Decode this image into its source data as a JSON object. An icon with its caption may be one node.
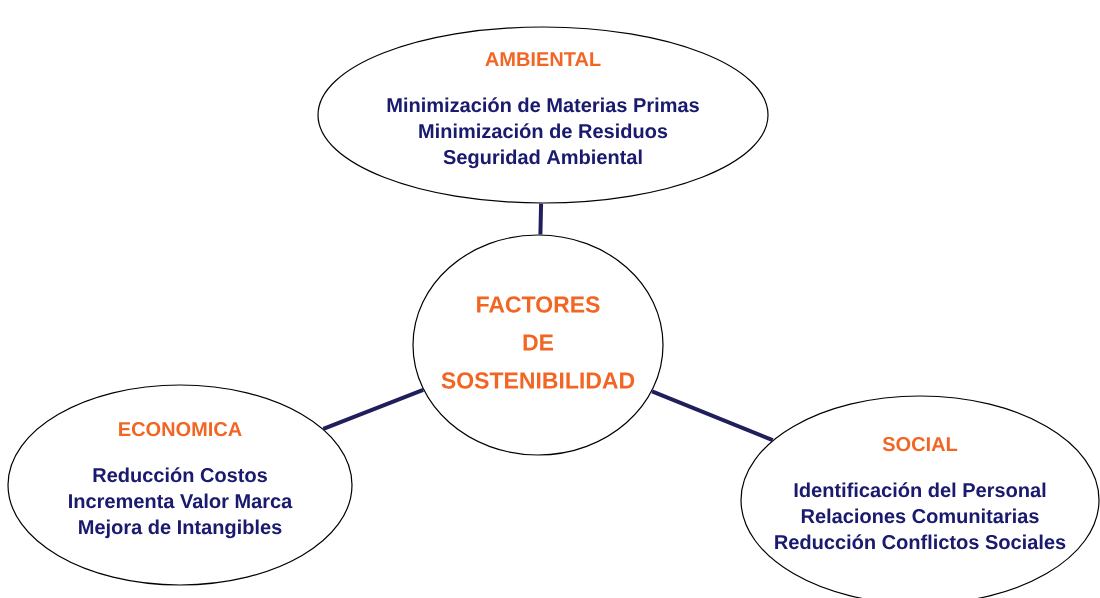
{
  "diagram": {
    "nodes": [
      {
        "text": [
          "FACTORES DE SOSTENIBILIDAD"
        ]
      },
      {
        "text": [
          "AMBIENTAL",
          "Minimización de Materias Primas",
          "Minimización de Residuos",
          "Seguridad Ambiental"
        ]
      },
      {
        "text": [
          "ECONOMICA",
          "Reducción Costos",
          "Incrementa Valor Marca",
          "Mejora de Intangibles"
        ]
      },
      {
        "text": [
          "SOCIAL",
          "Identificación del Personal",
          "Relaciones Comunitarias",
          "Reducción Conflictos Sociales"
        ]
      }
    ],
    "edges": [
      {
        "from": 0,
        "to": 1,
        "arrow": "none"
      },
      {
        "from": 0,
        "to": 2,
        "arrow": "none"
      },
      {
        "from": 0,
        "to": 3,
        "arrow": "none"
      }
    ]
  }
}
